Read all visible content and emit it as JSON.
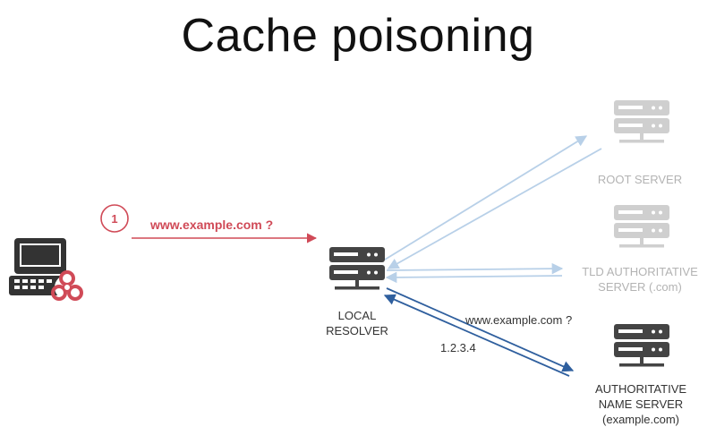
{
  "title": "Cache poisoning",
  "step": "1",
  "query_label": "www.example.com ?",
  "nodes": {
    "root_server": "ROOT SERVER",
    "tld_server": [
      "TLD AUTHORITATIVE",
      "SERVER (.com)"
    ],
    "local_resolver": [
      "LOCAL",
      "RESOLVER"
    ],
    "authoritative": [
      "AUTHORITATIVE",
      "NAME SERVER",
      "(example.com)"
    ]
  },
  "edge_labels": {
    "query": "www.example.com ?",
    "answer": "1.2.3.4"
  },
  "colors": {
    "attack": "#d04a57",
    "faded": "#b8d0e8",
    "active": "#2f5f9e",
    "server_dark": "#444444",
    "server_faded": "#cfcfcf"
  },
  "icons": [
    "computer-icon",
    "biohazard-icon",
    "server-icon"
  ]
}
